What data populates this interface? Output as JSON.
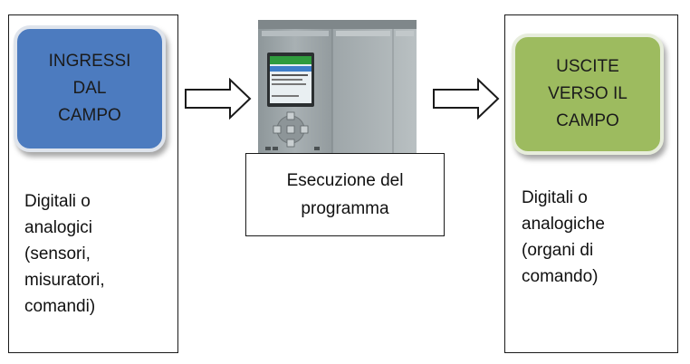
{
  "inputs": {
    "title": "INGRESSI\nDAL\nCAMPO",
    "description": "Digitali o\nanalogici\n(sensori,\nmisuratori,\ncomandi)"
  },
  "plc": {
    "caption": "Esecuzione del\nprogramma",
    "image": "plc-controller-icon"
  },
  "outputs": {
    "title": "USCITE\nVERSO IL\nCAMPO",
    "description": "Digitali o\nanalogiche\n(organi di\ncomando)"
  },
  "colors": {
    "inputs_tile": "#4c7bbf",
    "outputs_tile": "#9dbb5f",
    "plc_body": "#9aa3a6"
  }
}
